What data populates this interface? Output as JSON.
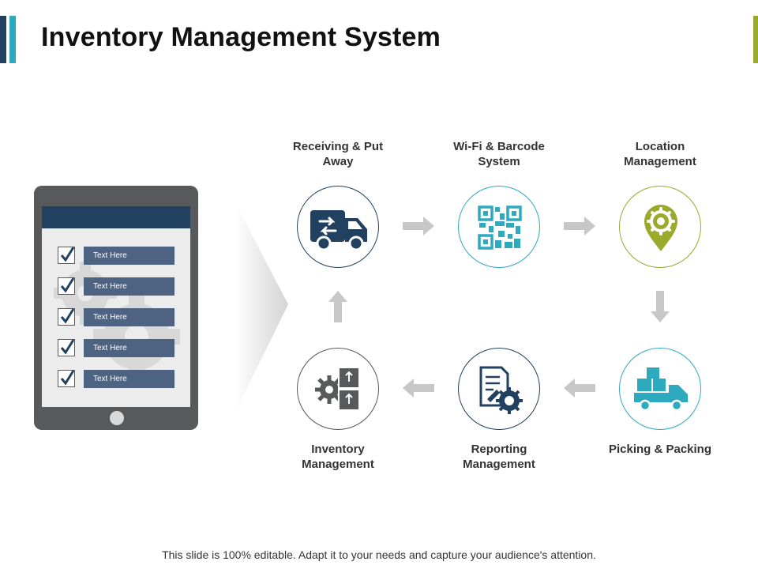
{
  "title": "Inventory Management System",
  "footer": "This slide is 100% editable. Adapt it to your needs and capture your audience's attention.",
  "checklist": [
    {
      "label": "Text Here"
    },
    {
      "label": "Text Here"
    },
    {
      "label": "Text Here"
    },
    {
      "label": "Text Here"
    },
    {
      "label": "Text Here"
    }
  ],
  "steps": [
    {
      "label": "Receiving & Put Away",
      "icon": "delivery-truck-icon"
    },
    {
      "label": "Wi-Fi & Barcode System",
      "icon": "qr-code-icon"
    },
    {
      "label": "Location Management",
      "icon": "location-gear-pin-icon"
    },
    {
      "label": "Picking & Packing",
      "icon": "cargo-truck-icon"
    },
    {
      "label": "Reporting Management",
      "icon": "report-gear-icon"
    },
    {
      "label": "Inventory Management",
      "icon": "gear-boxes-icon"
    }
  ],
  "colors": {
    "navy": "#22405f",
    "teal": "#2eaabf",
    "olive": "#9aaa2d",
    "tablet": "#58595b",
    "label_bar": "#4e6281",
    "arrow": "#c7c7c7"
  }
}
